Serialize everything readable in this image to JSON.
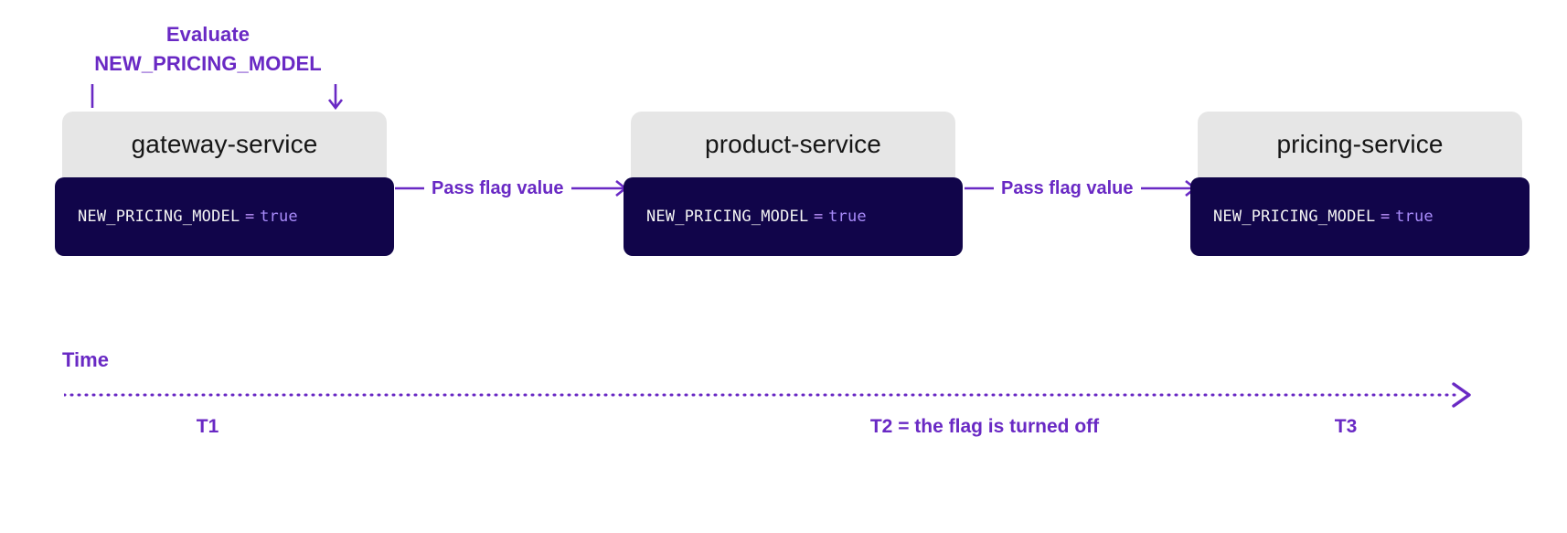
{
  "colors": {
    "accent_purple": "#6929c4",
    "code_bg": "#11054a",
    "header_bg": "#e6e6e6",
    "code_value": "#a88bfa",
    "text_dark": "#161616"
  },
  "annotation": {
    "line1": "Evaluate",
    "line2": "NEW_PRICING_MODEL"
  },
  "services": [
    {
      "name": "gateway-service",
      "code_key": "NEW_PRICING_MODEL",
      "code_eq": "=",
      "code_value": "true"
    },
    {
      "name": "product-service",
      "code_key": "NEW_PRICING_MODEL",
      "code_eq": "=",
      "code_value": "true"
    },
    {
      "name": "pricing-service",
      "code_key": "NEW_PRICING_MODEL",
      "code_eq": "=",
      "code_value": "true"
    }
  ],
  "connectors": [
    {
      "label": "Pass flag value"
    },
    {
      "label": "Pass flag value"
    }
  ],
  "timeline": {
    "label": "Time",
    "ticks": [
      {
        "id": "T1",
        "label": "T1"
      },
      {
        "id": "T2",
        "label": "T2 = the flag is turned off"
      },
      {
        "id": "T3",
        "label": "T3"
      }
    ]
  },
  "icons": {
    "down_arrow": "down-arrow-icon",
    "right_arrow": "right-arrow-icon",
    "timeline_arrow": "timeline-arrow-icon",
    "drop_line": "drop-line-icon"
  }
}
